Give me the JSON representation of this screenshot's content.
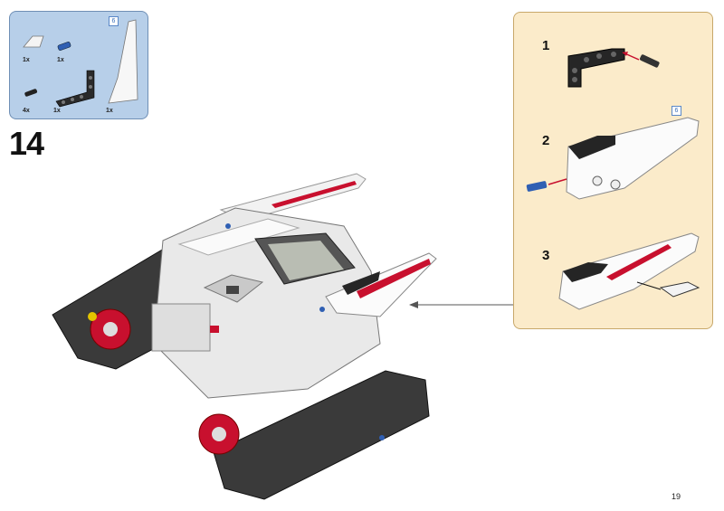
{
  "parts_callout": {
    "items": [
      {
        "name": "white-curved-slope",
        "qty": "1x"
      },
      {
        "name": "blue-axle-pin",
        "qty": "1x"
      },
      {
        "name": "black-friction-pin",
        "qty": "4x"
      },
      {
        "name": "black-angled-beam",
        "qty": "1x"
      },
      {
        "name": "white-panel-wing",
        "qty": "1x"
      }
    ],
    "ref_badge": "6"
  },
  "step_number": "14",
  "sub_steps": {
    "numbers": [
      "1",
      "2",
      "3"
    ],
    "ref_badge": "6"
  },
  "page_number": "19",
  "colors": {
    "parts_box_bg": "#b7cfe9",
    "sub_box_bg": "#fbebca",
    "brick_red": "#c8102e",
    "tread_gray": "#3a3a3a"
  }
}
